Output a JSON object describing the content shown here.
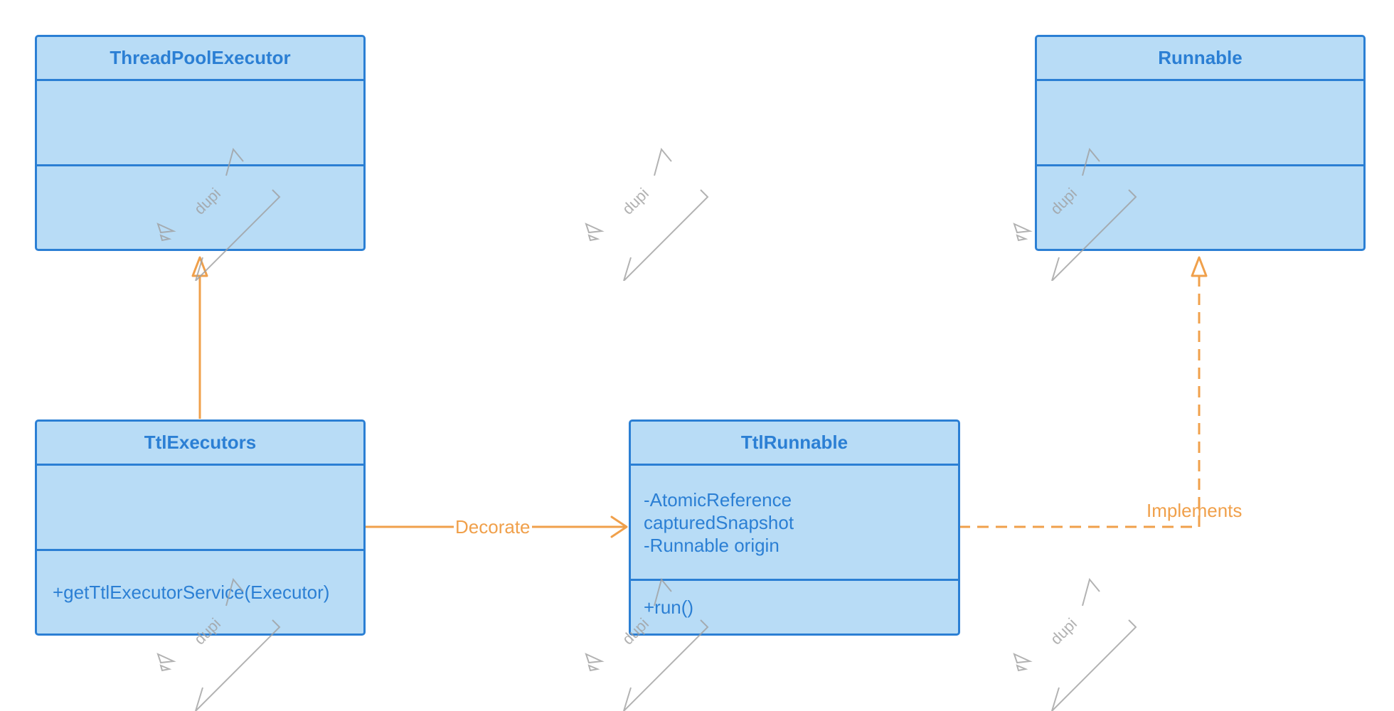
{
  "classes": {
    "thread_pool_executor": {
      "name": "ThreadPoolExecutor"
    },
    "runnable": {
      "name": "Runnable"
    },
    "ttl_executors": {
      "name": "TtlExecutors",
      "methods": [
        "+getTtlExecutorService(Executor)"
      ]
    },
    "ttl_runnable": {
      "name": "TtlRunnable",
      "attributes": [
        "-AtomicReference",
        "capturedSnapshot",
        "-Runnable origin"
      ],
      "methods": [
        "+run()"
      ]
    }
  },
  "relations": {
    "decorate": {
      "label": "Decorate"
    },
    "implements": {
      "label": "Implements"
    }
  },
  "watermark": {
    "text": "dupi"
  },
  "colors": {
    "box_fill": "#b8dcf6",
    "box_border": "#2b7fd4",
    "arrow": "#f0a04b",
    "watermark": "#a0a0a0"
  }
}
